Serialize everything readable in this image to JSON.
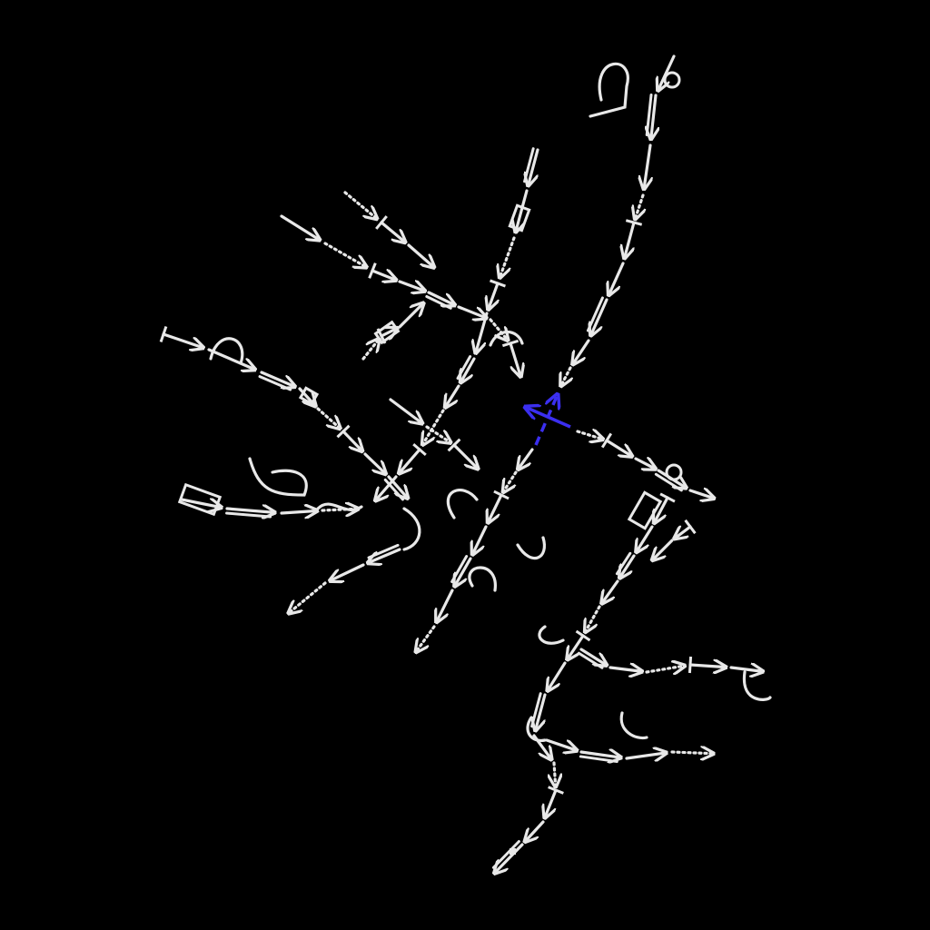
{
  "canvas": {
    "background_color": "#000000",
    "stroke_color": "#e8e8e8",
    "highlight_color": "#3b2ff0"
  },
  "glyph_types": [
    "arrow",
    "double-arrow",
    "hook-arrow",
    "squiggle-arrow",
    "dotted-arrow",
    "bar",
    "loop"
  ]
}
